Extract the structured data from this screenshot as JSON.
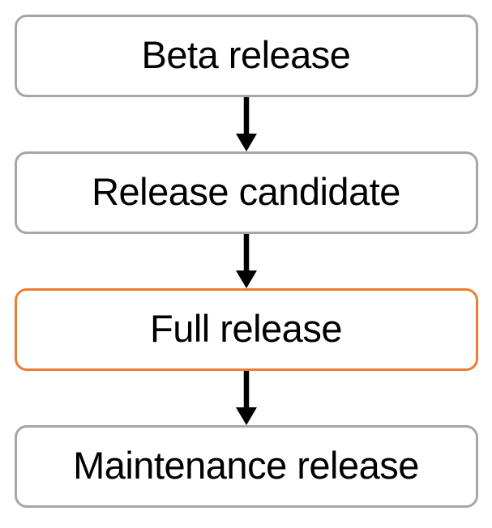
{
  "flowchart": {
    "nodes": [
      {
        "id": "beta-release",
        "label": "Beta release",
        "highlighted": false,
        "border_color": "#a6a6a6"
      },
      {
        "id": "release-candidate",
        "label": "Release candidate",
        "highlighted": false,
        "border_color": "#a6a6a6"
      },
      {
        "id": "full-release",
        "label": "Full release",
        "highlighted": true,
        "border_color": "#ed7d31"
      },
      {
        "id": "maintenance-release",
        "label": "Maintenance release",
        "highlighted": false,
        "border_color": "#a6a6a6"
      }
    ],
    "connector": {
      "type": "arrow-down",
      "color": "#000000"
    },
    "colors": {
      "default_border": "#a6a6a6",
      "highlight_border": "#ed7d31",
      "arrow": "#000000",
      "text": "#000000",
      "background": "#ffffff"
    }
  }
}
